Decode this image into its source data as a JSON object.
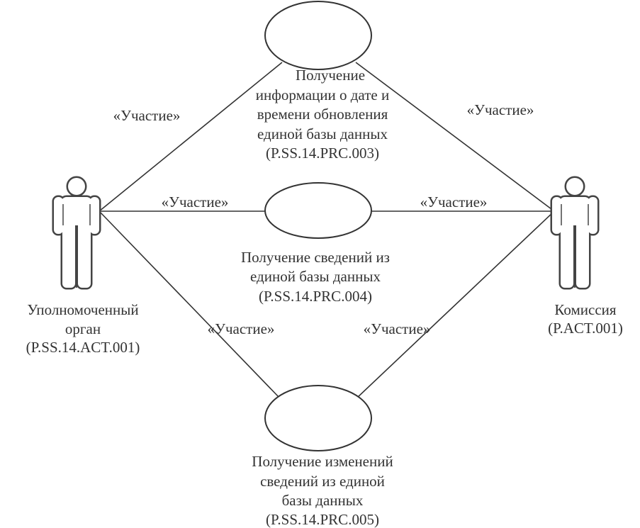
{
  "actors": [
    {
      "name": "Уполномоченный",
      "name2": "орган",
      "code": "(P.SS.14.ACT.001)"
    },
    {
      "name": "Комиссия",
      "code": "(P.ACT.001)"
    }
  ],
  "use_cases": [
    {
      "lines": [
        "Получение",
        "информации о дате и",
        "времени обновления",
        "единой базы данных",
        "(P.SS.14.PRC.003)"
      ]
    },
    {
      "lines": [
        "Получение сведений из",
        "единой базы данных",
        "(P.SS.14.PRC.004)"
      ]
    },
    {
      "lines": [
        "Получение изменений",
        "сведений из единой",
        "базы данных",
        "(P.SS.14.PRC.005)"
      ]
    }
  ],
  "association_label": "«Участие»"
}
